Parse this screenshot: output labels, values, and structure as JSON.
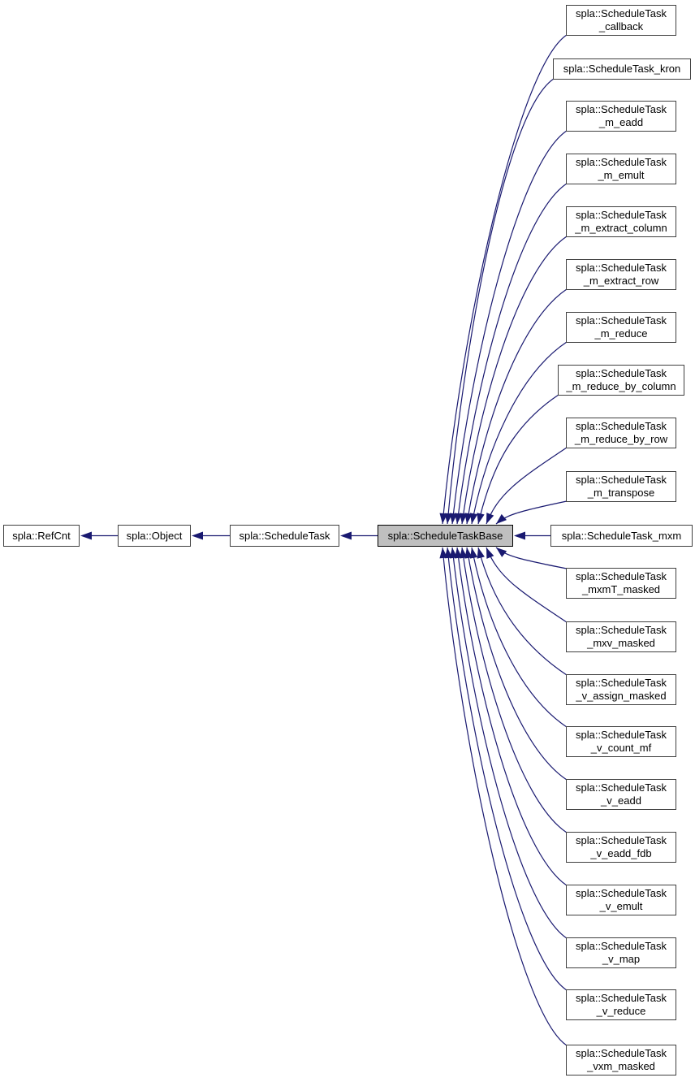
{
  "diagram": {
    "type": "doxygen-inheritance-graph",
    "colors": {
      "edge": "#191970",
      "node_fill": "#ffffff",
      "node_border": "#404040",
      "highlight_fill": "#bfbfbf",
      "highlight_border": "#000000",
      "text": "#000000",
      "background": "#ffffff"
    },
    "chain": [
      {
        "id": "ref-cnt",
        "label": "spla::RefCnt",
        "highlighted": false
      },
      {
        "id": "object",
        "label": "spla::Object",
        "highlighted": false
      },
      {
        "id": "schedule-task",
        "label": "spla::ScheduleTask",
        "highlighted": false
      },
      {
        "id": "schedule-task-base",
        "label": "spla::ScheduleTaskBase",
        "highlighted": true
      }
    ],
    "derived": [
      {
        "id": "callback",
        "lines": [
          "spla::ScheduleTask",
          "_callback"
        ]
      },
      {
        "id": "kron",
        "lines": [
          "spla::ScheduleTask_kron"
        ]
      },
      {
        "id": "m-eadd",
        "lines": [
          "spla::ScheduleTask",
          "_m_eadd"
        ]
      },
      {
        "id": "m-emult",
        "lines": [
          "spla::ScheduleTask",
          "_m_emult"
        ]
      },
      {
        "id": "m-extract-column",
        "lines": [
          "spla::ScheduleTask",
          "_m_extract_column"
        ]
      },
      {
        "id": "m-extract-row",
        "lines": [
          "spla::ScheduleTask",
          "_m_extract_row"
        ]
      },
      {
        "id": "m-reduce",
        "lines": [
          "spla::ScheduleTask",
          "_m_reduce"
        ]
      },
      {
        "id": "m-reduce-by-column",
        "lines": [
          "spla::ScheduleTask",
          "_m_reduce_by_column"
        ]
      },
      {
        "id": "m-reduce-by-row",
        "lines": [
          "spla::ScheduleTask",
          "_m_reduce_by_row"
        ]
      },
      {
        "id": "m-transpose",
        "lines": [
          "spla::ScheduleTask",
          "_m_transpose"
        ]
      },
      {
        "id": "mxm",
        "lines": [
          "spla::ScheduleTask_mxm"
        ]
      },
      {
        "id": "mxmT-masked",
        "lines": [
          "spla::ScheduleTask",
          "_mxmT_masked"
        ]
      },
      {
        "id": "mxv-masked",
        "lines": [
          "spla::ScheduleTask",
          "_mxv_masked"
        ]
      },
      {
        "id": "v-assign-masked",
        "lines": [
          "spla::ScheduleTask",
          "_v_assign_masked"
        ]
      },
      {
        "id": "v-count-mf",
        "lines": [
          "spla::ScheduleTask",
          "_v_count_mf"
        ]
      },
      {
        "id": "v-eadd",
        "lines": [
          "spla::ScheduleTask",
          "_v_eadd"
        ]
      },
      {
        "id": "v-eadd-fdb",
        "lines": [
          "spla::ScheduleTask",
          "_v_eadd_fdb"
        ]
      },
      {
        "id": "v-emult",
        "lines": [
          "spla::ScheduleTask",
          "_v_emult"
        ]
      },
      {
        "id": "v-map",
        "lines": [
          "spla::ScheduleTask",
          "_v_map"
        ]
      },
      {
        "id": "v-reduce",
        "lines": [
          "spla::ScheduleTask",
          "_v_reduce"
        ]
      },
      {
        "id": "vxm-masked",
        "lines": [
          "spla::ScheduleTask",
          "_vxm_masked"
        ]
      }
    ],
    "edges": [
      {
        "from": "object",
        "to": "ref-cnt"
      },
      {
        "from": "schedule-task",
        "to": "object"
      },
      {
        "from": "schedule-task-base",
        "to": "schedule-task"
      },
      {
        "from": "callback",
        "to": "schedule-task-base"
      },
      {
        "from": "kron",
        "to": "schedule-task-base"
      },
      {
        "from": "m-eadd",
        "to": "schedule-task-base"
      },
      {
        "from": "m-emult",
        "to": "schedule-task-base"
      },
      {
        "from": "m-extract-column",
        "to": "schedule-task-base"
      },
      {
        "from": "m-extract-row",
        "to": "schedule-task-base"
      },
      {
        "from": "m-reduce",
        "to": "schedule-task-base"
      },
      {
        "from": "m-reduce-by-column",
        "to": "schedule-task-base"
      },
      {
        "from": "m-reduce-by-row",
        "to": "schedule-task-base"
      },
      {
        "from": "m-transpose",
        "to": "schedule-task-base"
      },
      {
        "from": "mxm",
        "to": "schedule-task-base"
      },
      {
        "from": "mxmT-masked",
        "to": "schedule-task-base"
      },
      {
        "from": "mxv-masked",
        "to": "schedule-task-base"
      },
      {
        "from": "v-assign-masked",
        "to": "schedule-task-base"
      },
      {
        "from": "v-count-mf",
        "to": "schedule-task-base"
      },
      {
        "from": "v-eadd",
        "to": "schedule-task-base"
      },
      {
        "from": "v-eadd-fdb",
        "to": "schedule-task-base"
      },
      {
        "from": "v-emult",
        "to": "schedule-task-base"
      },
      {
        "from": "v-map",
        "to": "schedule-task-base"
      },
      {
        "from": "v-reduce",
        "to": "schedule-task-base"
      },
      {
        "from": "vxm-masked",
        "to": "schedule-task-base"
      }
    ]
  }
}
